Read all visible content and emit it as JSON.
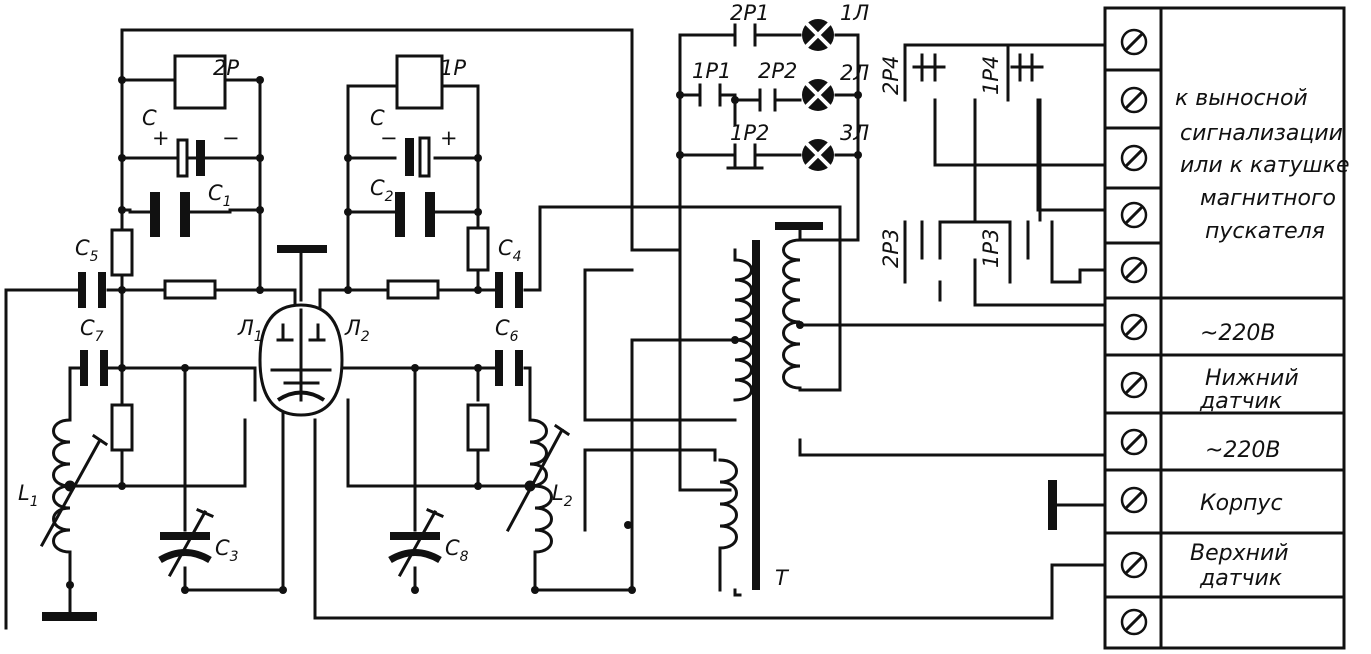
{
  "components": {
    "relay_2r": "2P",
    "relay_1r": "1P",
    "cap_c_left": "C",
    "cap_c_right": "C",
    "c1": "C",
    "c1_sub": "1",
    "c2": "C",
    "c2_sub": "2",
    "c3": "C",
    "c3_sub": "3",
    "c4": "C",
    "c4_sub": "4",
    "c5": "C",
    "c5_sub": "5",
    "c6": "C",
    "c6_sub": "6",
    "c7": "C",
    "c7_sub": "7",
    "c8": "C",
    "c8_sub": "8",
    "l1": "L",
    "l1_sub": "1",
    "l2": "L",
    "l2_sub": "2",
    "tube1": "Л",
    "tube1_sub": "1",
    "tube2": "Л",
    "tube2_sub": "2",
    "transformer": "T",
    "plus": "+",
    "minus": "−"
  },
  "relay_contacts": {
    "c_2r1": "2P1",
    "c_1r1": "1P1",
    "c_2r2": "2P2",
    "c_1r2": "1P2",
    "c_2r4": "2P4",
    "c_1r4": "1P4",
    "c_2r3": "2P3",
    "c_1r3": "1P3"
  },
  "lamps": {
    "l1": "1Л",
    "l2": "2Л",
    "l3": "3Л"
  },
  "panel": {
    "remote_1": "к выносной",
    "remote_2": "сигнализации",
    "remote_3": "или к катушке",
    "remote_4": "магнитного",
    "remote_5": "пускателя",
    "mains_1": "~220В",
    "lower_1": "Нижний",
    "lower_2": "датчик",
    "mains_2": "~220В",
    "body": "Корпус",
    "upper_1": "Верхний",
    "upper_2": "датчик"
  }
}
